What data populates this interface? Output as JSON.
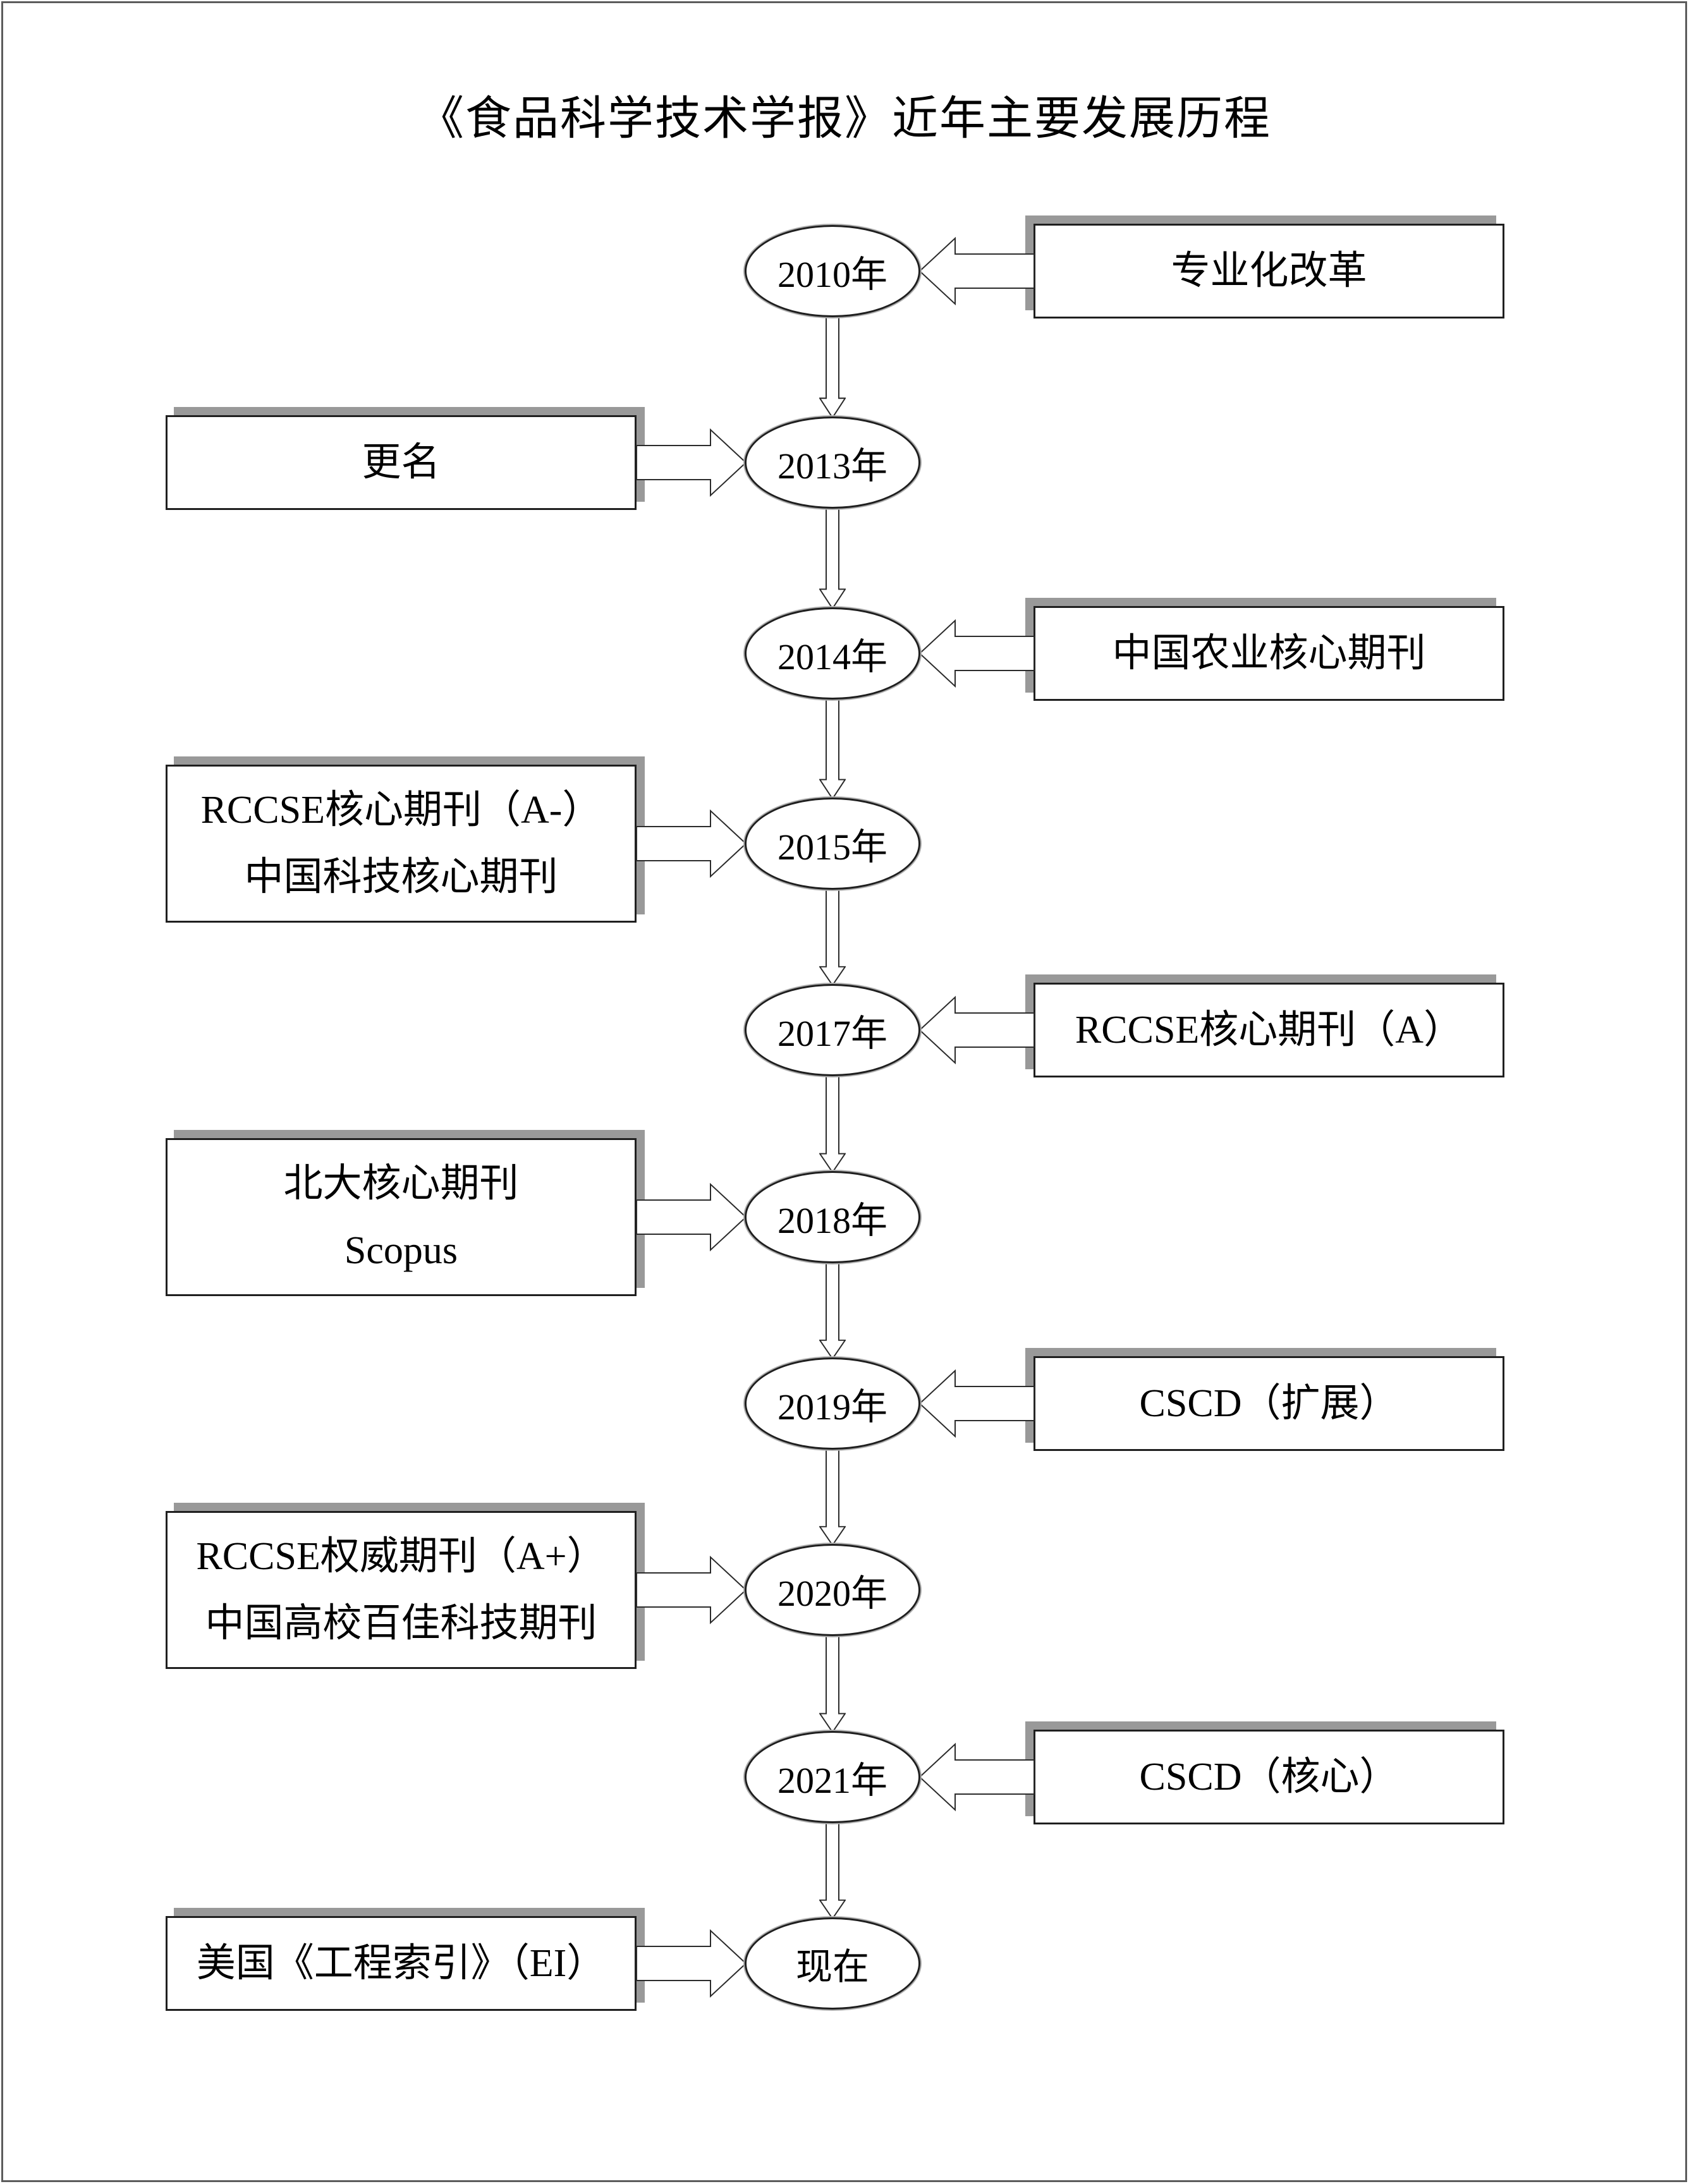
{
  "page": {
    "title": "《食品科学技术学报》近年主要发展历程"
  },
  "nodes": [
    {
      "year": "2010年",
      "side": "right",
      "label_lines": [
        "专业化改革"
      ]
    },
    {
      "year": "2013年",
      "side": "left",
      "label_lines": [
        "更名"
      ]
    },
    {
      "year": "2014年",
      "side": "right",
      "label_lines": [
        "中国农业核心期刊"
      ]
    },
    {
      "year": "2015年",
      "side": "left",
      "label_lines": [
        "RCCSE核心期刊（A-）",
        "中国科技核心期刊"
      ]
    },
    {
      "year": "2017年",
      "side": "right",
      "label_lines": [
        "RCCSE核心期刊（A）"
      ]
    },
    {
      "year": "2018年",
      "side": "left",
      "label_lines": [
        "北大核心期刊",
        "Scopus"
      ]
    },
    {
      "year": "2019年",
      "side": "right",
      "label_lines": [
        "CSCD（扩展）"
      ]
    },
    {
      "year": "2020年",
      "side": "left",
      "label_lines": [
        "RCCSE权威期刊（A+）",
        "中国高校百佳科技期刊"
      ]
    },
    {
      "year": "2021年",
      "side": "right",
      "label_lines": [
        "CSCD（核心）"
      ]
    },
    {
      "year": "现在",
      "side": "left",
      "label_lines": [
        "美国《工程索引》（EI）"
      ]
    }
  ],
  "colors": {
    "background": "#ffffff",
    "outline": "#1f1f1f",
    "box_shadow": "#999999",
    "ellipse_rim": "#adadad",
    "page_frame": "#5c5c5c",
    "text": "#000000"
  }
}
